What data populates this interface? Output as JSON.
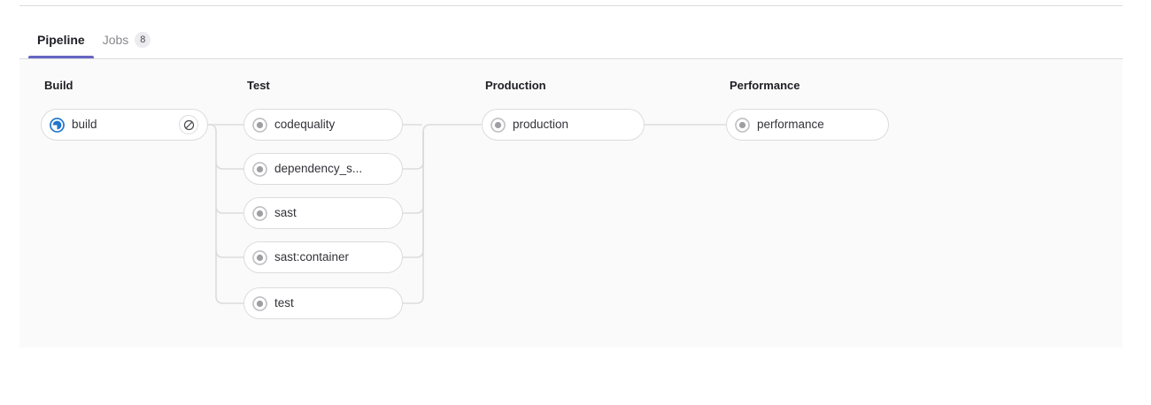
{
  "tabs": [
    {
      "label": "Pipeline",
      "active": true,
      "badge": null,
      "name": "tab-pipeline"
    },
    {
      "label": "Jobs",
      "active": false,
      "badge": "8",
      "name": "tab-jobs"
    }
  ],
  "colors": {
    "active_tab_underline": "#6666c4",
    "panel_background": "#fafafa",
    "connector_line": "#dcdcde",
    "running_status": "#1f75cb",
    "created_status": "#89888d",
    "border": "#dcdcde",
    "text_primary": "#1f1e24",
    "text_muted": "#89888d"
  },
  "pipeline": {
    "stages": [
      {
        "name": "Build",
        "jobs": [
          {
            "label": "build",
            "status": "running",
            "status_icon": "status-running-icon",
            "action": "cancel",
            "action_icon": "cancel-icon"
          }
        ]
      },
      {
        "name": "Test",
        "jobs": [
          {
            "label": "codequality",
            "status": "created",
            "status_icon": "status-created-icon",
            "action": null,
            "action_icon": null
          },
          {
            "label": "dependency_s...",
            "status": "created",
            "status_icon": "status-created-icon",
            "action": null,
            "action_icon": null
          },
          {
            "label": "sast",
            "status": "created",
            "status_icon": "status-created-icon",
            "action": null,
            "action_icon": null
          },
          {
            "label": "sast:container",
            "status": "created",
            "status_icon": "status-created-icon",
            "action": null,
            "action_icon": null
          },
          {
            "label": "test",
            "status": "created",
            "status_icon": "status-created-icon",
            "action": null,
            "action_icon": null
          }
        ]
      },
      {
        "name": "Production",
        "jobs": [
          {
            "label": "production",
            "status": "created",
            "status_icon": "status-created-icon",
            "action": null,
            "action_icon": null
          }
        ]
      },
      {
        "name": "Performance",
        "jobs": [
          {
            "label": "performance",
            "status": "created",
            "status_icon": "status-created-icon",
            "action": null,
            "action_icon": null
          }
        ]
      }
    ]
  }
}
